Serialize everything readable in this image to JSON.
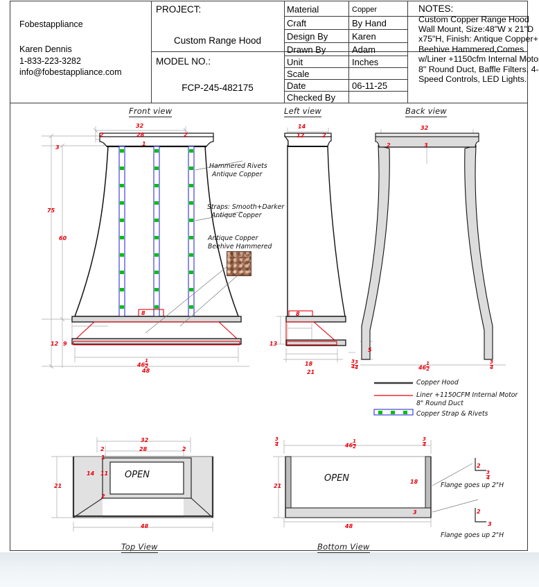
{
  "company": {
    "name": "Fobestappliance",
    "contact_name": "Karen Dennis",
    "phone": "1-833-223-3282",
    "email": "info@fobestappliance.com"
  },
  "title_block": {
    "project_label": "PROJECT:",
    "project_value": "Custom Range Hood",
    "model_label": "MODEL NO.:",
    "model_value": "FCP-245-482175",
    "specs": [
      {
        "key": "Material",
        "value": "Copper"
      },
      {
        "key": "Craft",
        "value": "By Hand"
      },
      {
        "key": "Design By",
        "value": "Karen"
      },
      {
        "key": "Drawn By",
        "value": "Adam"
      },
      {
        "key": "Unit",
        "value": "Inches"
      },
      {
        "key": "Scale",
        "value": ""
      },
      {
        "key": "Date",
        "value": "06-11-25"
      },
      {
        "key": "Checked By",
        "value": ""
      }
    ],
    "notes_label": "NOTES:",
    "notes_body": "Custom Copper Range Hood Wall Mount, Size:48\"W x 21\"D x75\"H, Finish: Antique Copper+ Beehive Hammered,Comes w/Liner +1150cfm Internal Motor, 8\" Round Duct, Baffle Filters, 4-Speed Controls, LED Lights."
  },
  "views": {
    "front": {
      "title": "Front view",
      "dims": {
        "top_total": "32",
        "top_left_inset": "2",
        "top_mid": "28",
        "top_right_inset": "2",
        "cap_thk": "1",
        "collar": "3",
        "overall_height": "75",
        "body_height": "60",
        "apron_total": "12",
        "apron_inner": "9",
        "duct_width": "8",
        "bottom_inner": "46",
        "bottom_inner_frac_num": "1",
        "bottom_inner_frac_den": "2",
        "bottom_outer": "48"
      },
      "callouts": [
        {
          "line1": "Hammered Rivets",
          "line2": "Antique Copper"
        },
        {
          "line1": "Straps: Smooth+Darker",
          "line2": "Antique Copper"
        },
        {
          "line1": "Antique Copper",
          "line2": "Beehive Hammered"
        }
      ]
    },
    "left": {
      "title": "Left view",
      "dims": {
        "top_total": "14",
        "top_mid": "12",
        "top_inset": "2",
        "duct_width": "8",
        "apron_height": "13",
        "bottom_inner": "18",
        "bottom_outer": "21",
        "flange_frac_num": "3",
        "flange_frac_den": "4"
      }
    },
    "back": {
      "title": "Back view",
      "dims": {
        "top_total": "32",
        "corner": "2",
        "collar": "3",
        "leg_height": "5",
        "bottom_inner": "46",
        "bottom_inner_frac_num": "1",
        "bottom_inner_frac_den": "2",
        "flange_left_num": "3",
        "flange_left_den": "4",
        "flange_right_num": "3",
        "flange_right_den": "4"
      }
    },
    "top": {
      "title": "Top View",
      "open_label": "OPEN",
      "dims": {
        "total_width": "32",
        "left_inset": "2",
        "mid_width": "28",
        "right_inset": "2",
        "wall_thk": "1",
        "depth_outer": "14",
        "depth_inner": "11",
        "rear_inset": "2",
        "side_depth": "21",
        "base_width": "48"
      }
    },
    "bottom": {
      "title": "Bottom View",
      "open_label": "OPEN",
      "dims": {
        "flange_left_num": "3",
        "flange_left_den": "4",
        "inner_width": "46",
        "inner_width_num": "1",
        "inner_width_den": "2",
        "flange_right_num": "3",
        "flange_right_den": "4",
        "depth": "21",
        "inner_depth": "18",
        "rear_band": "3",
        "base_width": "48"
      },
      "annotations": [
        {
          "text": "Flange goes up 2\"H",
          "v": "2",
          "frac_num": "3",
          "frac_den": "4"
        },
        {
          "text": "Flange goes up 2\"H",
          "v": "2",
          "h": "3"
        }
      ]
    }
  },
  "legend": [
    {
      "label": "Copper Hood",
      "color": "#3a3a3a",
      "style": "solid"
    },
    {
      "label": "Liner +1150CFM Internal Motor",
      "label2": "8\" Round Duct",
      "color": "#e8000b",
      "style": "solid"
    },
    {
      "label": "Copper Strap & Rivets",
      "color": "#2e30d8",
      "accent": "#0ac00a",
      "style": "strap"
    }
  ],
  "colors": {
    "dimension_red": "#e8000b",
    "outline": "#222222",
    "strap_blue": "#2e30d8",
    "rivet_green": "#0ac00a",
    "copper_swatch": "#9a6a50",
    "metal_fill": "#d9d9d9"
  }
}
